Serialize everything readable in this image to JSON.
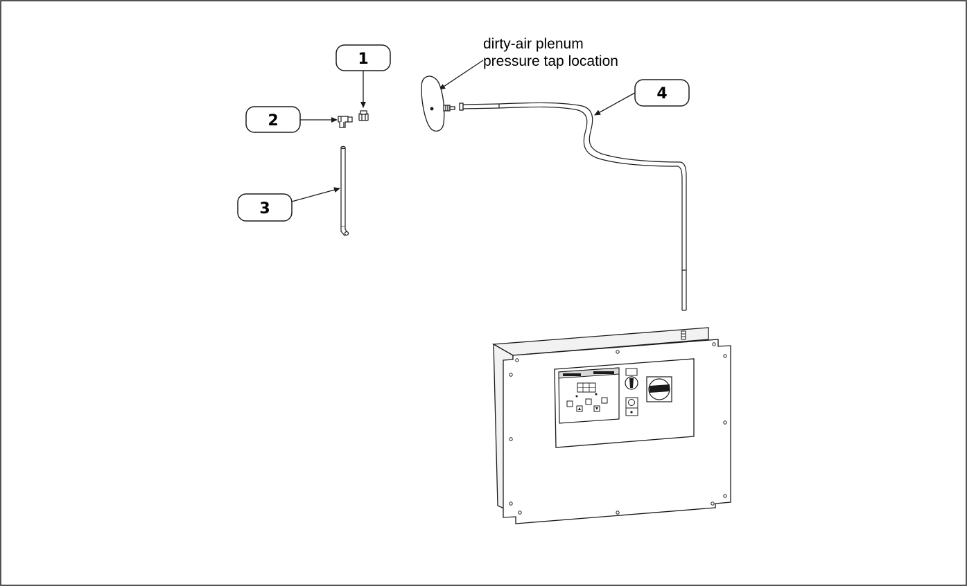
{
  "annotation": {
    "line1": "dirty-air plenum",
    "line2": "pressure tap location"
  },
  "callouts": [
    {
      "id": "1",
      "label": "1"
    },
    {
      "id": "2",
      "label": "2"
    },
    {
      "id": "3",
      "label": "3"
    },
    {
      "id": "4",
      "label": "4"
    }
  ],
  "colors": {
    "line": "#1a1a1a",
    "background": "#ffffff",
    "panel_fill": "#f2f2f2",
    "screen_fill": "#d9d9d9"
  }
}
